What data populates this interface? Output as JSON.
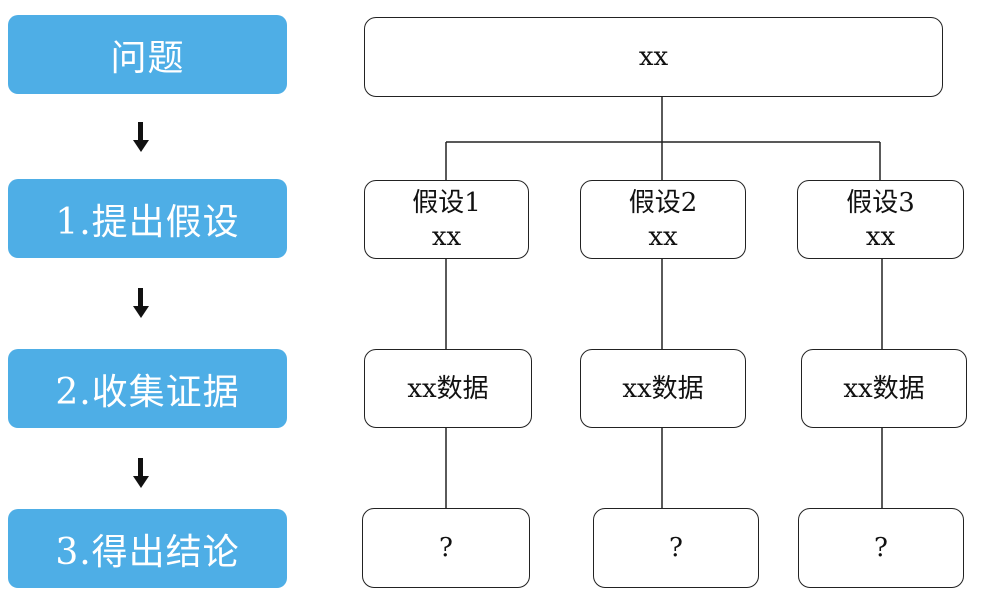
{
  "steps": [
    {
      "label": "问题"
    },
    {
      "label": "1.提出假设"
    },
    {
      "label": "2.收集证据"
    },
    {
      "label": "3.得出结论"
    }
  ],
  "tree": {
    "root": "xx",
    "hypotheses": [
      {
        "title": "假设1",
        "value": "xx",
        "data": "xx数据",
        "conclusion": "?"
      },
      {
        "title": "假设2",
        "value": "xx",
        "data": "xx数据",
        "conclusion": "?"
      },
      {
        "title": "假设3",
        "value": "xx",
        "data": "xx数据",
        "conclusion": "?"
      }
    ]
  },
  "colors": {
    "step_fill": "#4eaee6",
    "step_text": "#ffffff",
    "line": "#222222"
  }
}
